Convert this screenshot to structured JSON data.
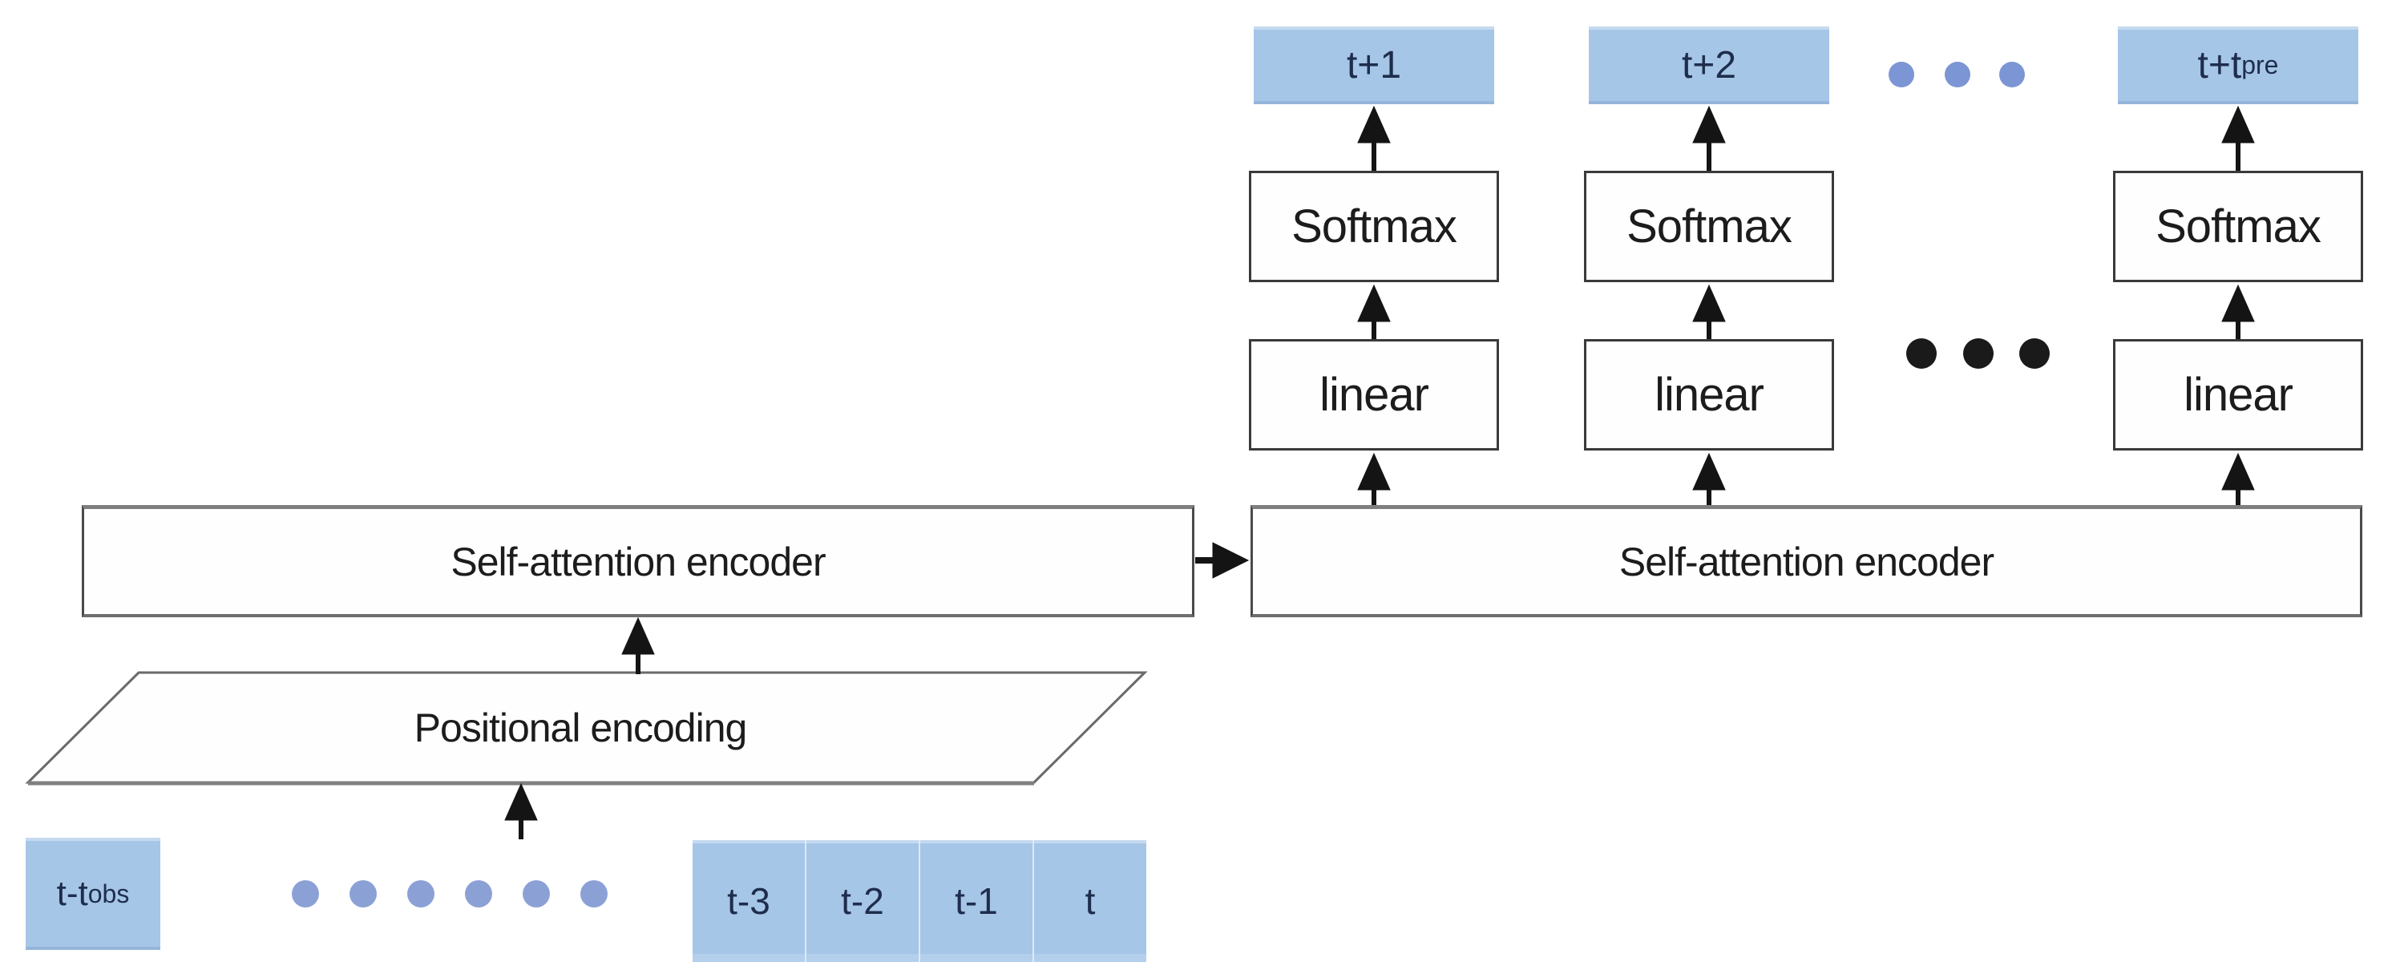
{
  "colors": {
    "canvas_bg": "#ffffff",
    "blue_box_fill": "#a6c6e7",
    "blue_box_text": "#1f2d4d",
    "white_box_border": "#3a3a3a",
    "encoder_border_gray": "#7f7f7f",
    "arrow_black": "#141414",
    "ellipsis_dot_blue": "#7c95d4",
    "ellipsis_dot_black": "#1a1a1a"
  },
  "encoder_left": {
    "label": "Self-attention encoder"
  },
  "encoder_right": {
    "label": "Self-attention encoder"
  },
  "positional_encoding": {
    "label": "Positional encoding"
  },
  "columns": [
    {
      "time_main": "t+1",
      "time_sub": "",
      "softmax": "Softmax",
      "linear": "linear"
    },
    {
      "time_main": "t+2",
      "time_sub": "",
      "softmax": "Softmax",
      "linear": "linear"
    },
    {
      "time_main": "t+t",
      "time_sub": "pre",
      "softmax": "Softmax",
      "linear": "linear"
    }
  ],
  "input": {
    "first_main": "t-t",
    "first_sub": "obs",
    "cells": [
      "t-3",
      "t-2",
      "t-1",
      "t"
    ]
  }
}
